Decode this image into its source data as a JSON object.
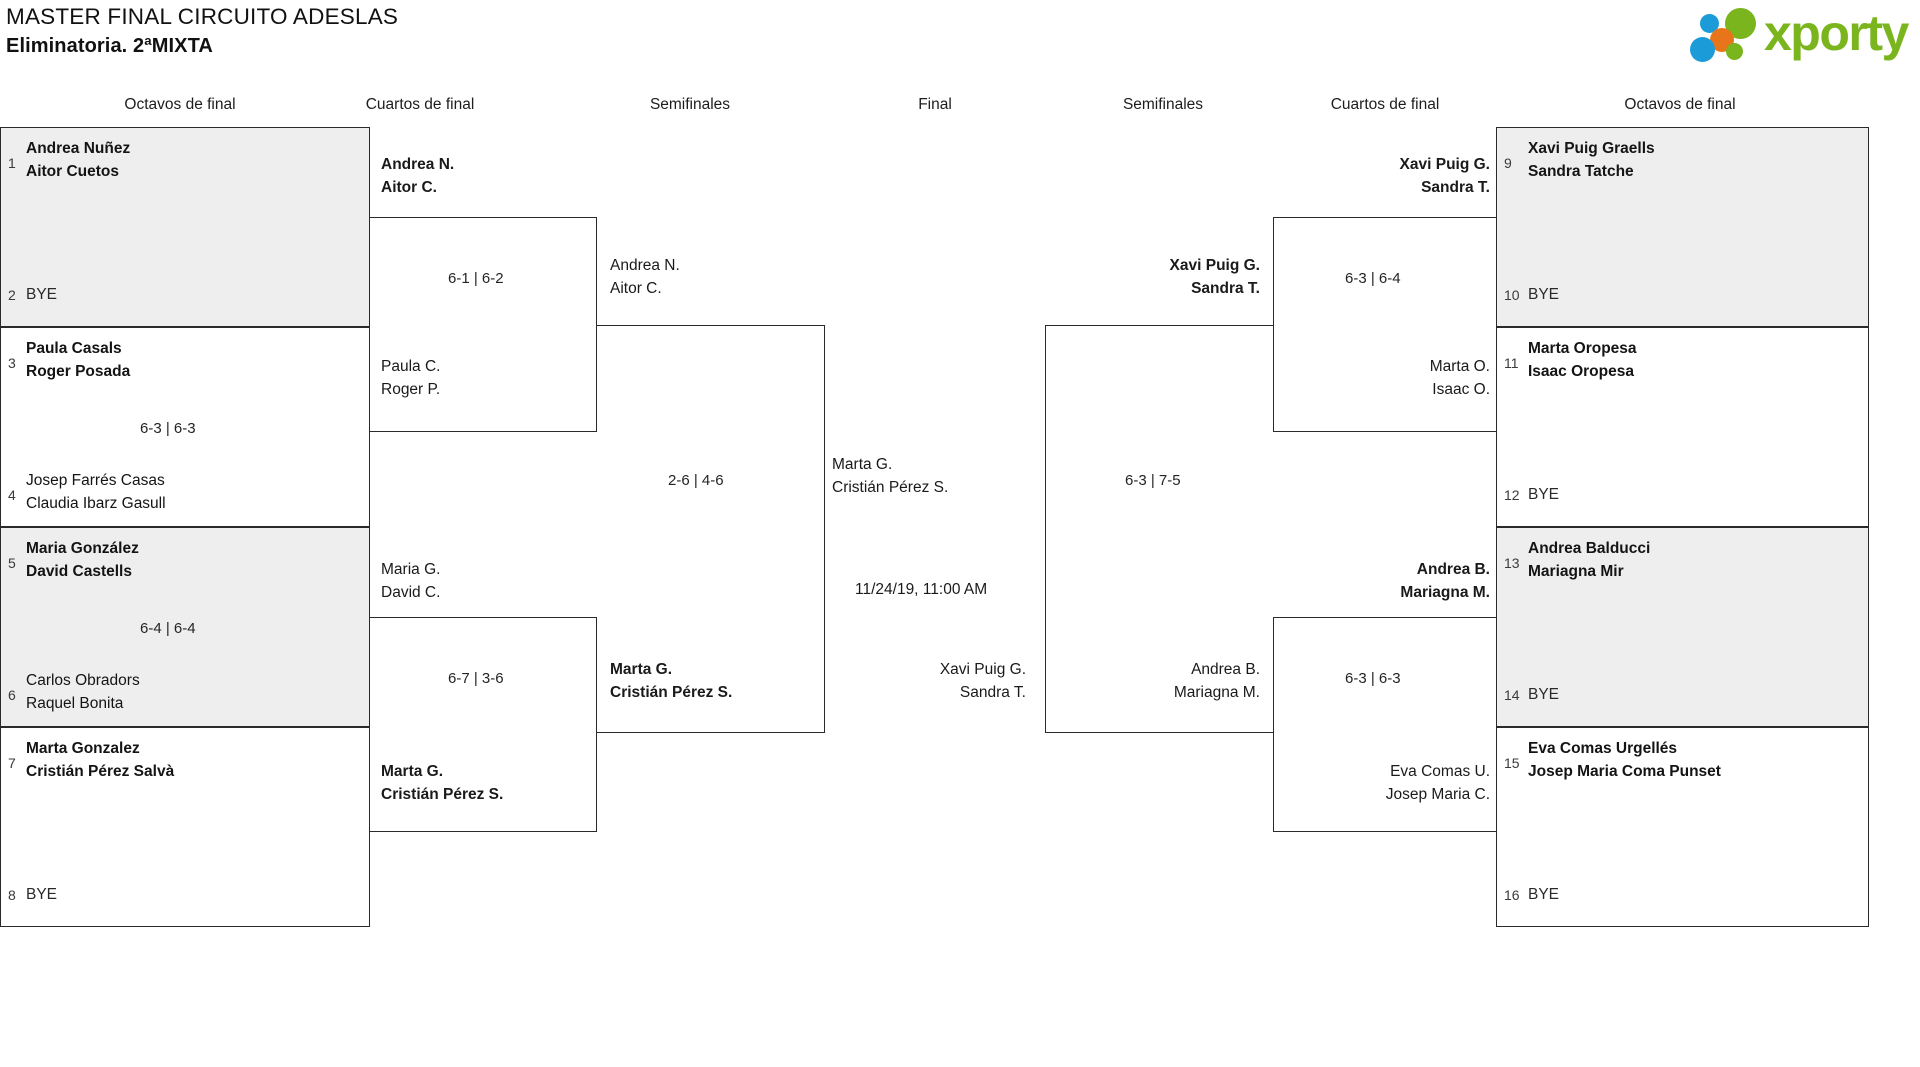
{
  "header": {
    "title": "MASTER FINAL CIRCUITO ADESLAS",
    "subtitle": "Eliminatoria. 2ªMIXTA",
    "logo_text": "xporty",
    "logo_colors": {
      "green": "#7AB51D",
      "blue": "#1B9CD8",
      "orange": "#E8751A"
    }
  },
  "round_headers": {
    "left": [
      "Octavos de final",
      "Cuartos de final",
      "Semifinales"
    ],
    "center": "Final",
    "right": [
      "Semifinales",
      "Cuartos de final",
      "Octavos de final"
    ]
  },
  "chart_data": {
    "type": "bracket",
    "title": "MASTER FINAL CIRCUITO ADESLAS - Eliminatoria. 2ªMIXTA",
    "draw_size": 16,
    "final_match_time": "11/24/19, 11:00 AM",
    "final_winner": [
      "Marta G.",
      "Cristián Pérez S."
    ],
    "final_loser": [
      "Xavi Puig G.",
      "Sandra T."
    ]
  },
  "bracket": {
    "left": {
      "octavos": [
        {
          "seed": "1",
          "p1": "Andrea Nuñez",
          "p2": "Aitor Cuetos",
          "bye": false,
          "winner": true,
          "shaded": true
        },
        {
          "seed": "2",
          "p1": "BYE",
          "p2": "",
          "bye": true,
          "winner": false,
          "shaded": true
        },
        {
          "seed": "3",
          "p1": "Paula Casals",
          "p2": "Roger Posada",
          "bye": false,
          "winner": true,
          "shaded": false
        },
        {
          "seed": "4",
          "p1": "Josep Farrés Casas",
          "p2": "Claudia Ibarz Gasull",
          "bye": false,
          "winner": false,
          "shaded": false
        },
        {
          "seed": "5",
          "p1": "Maria González",
          "p2": "David Castells",
          "bye": false,
          "winner": true,
          "shaded": true
        },
        {
          "seed": "6",
          "p1": "Carlos Obradors",
          "p2": "Raquel Bonita",
          "bye": false,
          "winner": false,
          "shaded": true
        },
        {
          "seed": "7",
          "p1": "Marta Gonzalez",
          "p2": "Cristián Pérez Salvà",
          "bye": false,
          "winner": true,
          "shaded": false
        },
        {
          "seed": "8",
          "p1": "BYE",
          "p2": "",
          "bye": true,
          "winner": false,
          "shaded": false
        }
      ],
      "octavos_scores": [
        "",
        "6-3 | 6-3",
        "6-4 | 6-4",
        ""
      ],
      "cuartos": [
        {
          "p1": "Andrea N.",
          "p2": "Aitor C.",
          "winner": true
        },
        {
          "p1": "Paula C.",
          "p2": "Roger P.",
          "winner": false
        },
        {
          "p1": "Maria G.",
          "p2": "David C.",
          "winner": false
        },
        {
          "p1": "Marta G.",
          "p2": "Cristián Pérez S.",
          "winner": true
        }
      ],
      "cuartos_scores": [
        "6-1 | 6-2",
        "6-7 | 3-6"
      ],
      "semis": [
        {
          "p1": "Andrea N.",
          "p2": "Aitor C.",
          "winner": false
        },
        {
          "p1": "Marta G.",
          "p2": "Cristián Pérez S.",
          "winner": true
        }
      ],
      "semis_score": "2-6 | 4-6"
    },
    "final": {
      "top": {
        "p1": "Marta G.",
        "p2": "Cristián Pérez S.",
        "winner": false
      },
      "bottom": {
        "p1": "Xavi Puig G.",
        "p2": "Sandra T.",
        "winner": false
      },
      "datetime": "11/24/19, 11:00 AM"
    },
    "right": {
      "octavos": [
        {
          "seed": "9",
          "p1": "Xavi Puig Graells",
          "p2": "Sandra Tatche",
          "bye": false,
          "winner": true,
          "shaded": true
        },
        {
          "seed": "10",
          "p1": "BYE",
          "p2": "",
          "bye": true,
          "winner": false,
          "shaded": true
        },
        {
          "seed": "11",
          "p1": "Marta Oropesa",
          "p2": "Isaac Oropesa",
          "bye": false,
          "winner": true,
          "shaded": false
        },
        {
          "seed": "12",
          "p1": "BYE",
          "p2": "",
          "bye": true,
          "winner": false,
          "shaded": false
        },
        {
          "seed": "13",
          "p1": "Andrea Balducci",
          "p2": "Mariagna Mir",
          "bye": false,
          "winner": true,
          "shaded": true
        },
        {
          "seed": "14",
          "p1": "BYE",
          "p2": "",
          "bye": true,
          "winner": false,
          "shaded": true
        },
        {
          "seed": "15",
          "p1": "Eva Comas Urgellés",
          "p2": "Josep Maria Coma Punset",
          "bye": false,
          "winner": true,
          "shaded": false
        },
        {
          "seed": "16",
          "p1": "BYE",
          "p2": "",
          "bye": true,
          "winner": false,
          "shaded": false
        }
      ],
      "cuartos": [
        {
          "p1": "Xavi Puig G.",
          "p2": "Sandra T.",
          "winner": true
        },
        {
          "p1": "Marta O.",
          "p2": "Isaac O.",
          "winner": false
        },
        {
          "p1": "Andrea B.",
          "p2": "Mariagna M.",
          "winner": true
        },
        {
          "p1": "Eva Comas U.",
          "p2": "Josep Maria C.",
          "winner": false
        }
      ],
      "cuartos_scores": [
        "6-3 | 6-4",
        "6-3 | 6-3"
      ],
      "semis": [
        {
          "p1": "Xavi Puig G.",
          "p2": "Sandra T.",
          "winner": true
        },
        {
          "p1": "Andrea B.",
          "p2": "Mariagna M.",
          "winner": false
        }
      ],
      "semis_score": "6-3 | 7-5"
    }
  }
}
